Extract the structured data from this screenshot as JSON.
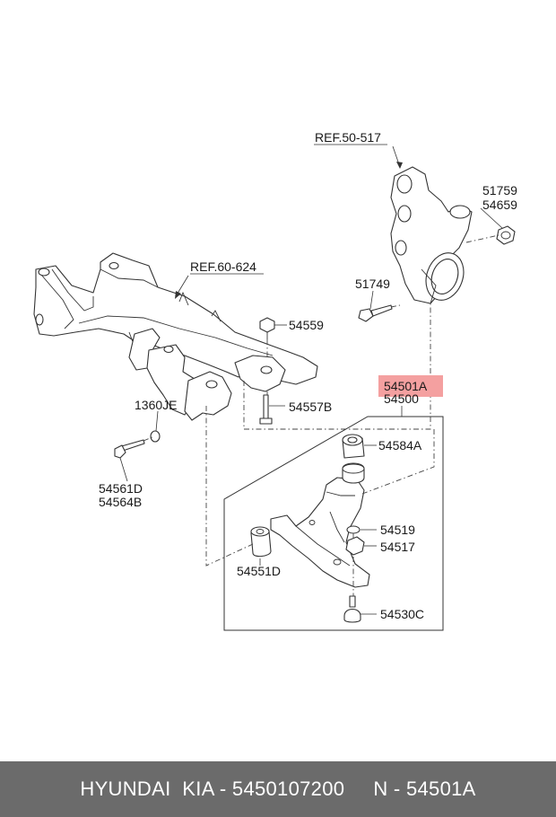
{
  "footer": {
    "text": "HYUNDAI  KIA - 5450107200     N - 54501A",
    "background": "#6b6b6b",
    "color": "#ffffff"
  },
  "highlight_color": "#f4a0a0",
  "labels": {
    "ref_knuckle": "REF.50-517",
    "ref_subframe": "REF.60-624",
    "p51759": "51759",
    "p54659": "54659",
    "p51749": "51749",
    "p54559": "54559",
    "p54501A": "54501A",
    "p54500": "54500",
    "p1360JE": "1360JE",
    "p54557B": "54557B",
    "p54584A": "54584A",
    "p54561D": "54561D",
    "p54564B": "54564B",
    "p54519": "54519",
    "p54517": "54517",
    "p54551D": "54551D",
    "p54530C": "54530C"
  }
}
